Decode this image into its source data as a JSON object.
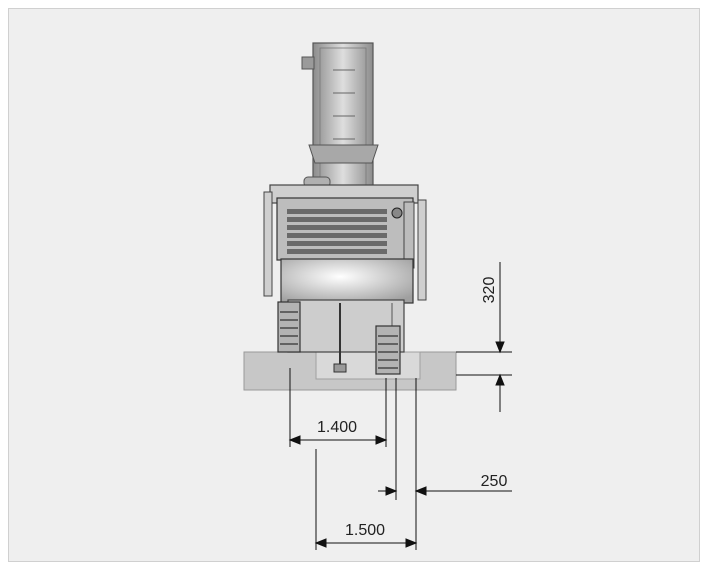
{
  "diagram": {
    "dimensions": {
      "height_320": "320",
      "width_1400": "1.400",
      "width_250": "250",
      "width_1500": "1.500"
    }
  },
  "colors": {
    "background": "#efefef",
    "machine_light": "#d8d8d8",
    "machine_mid": "#a9a9a9",
    "machine_dark": "#4a4a4a",
    "ground": "#c9c9c9",
    "line": "#111111"
  }
}
